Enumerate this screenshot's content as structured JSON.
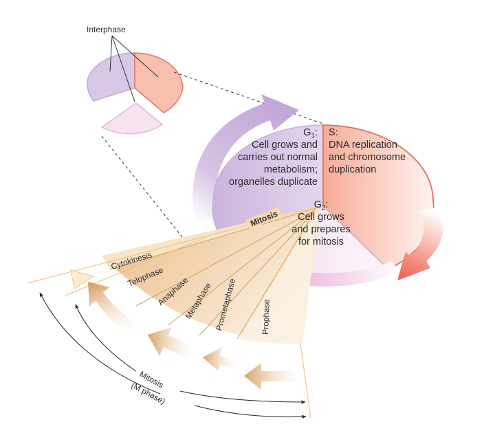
{
  "title": "Cell cycle: interphase and mitosis",
  "colors": {
    "g1": "#d6c4e2",
    "g1_edge": "#c2a9d4",
    "s": "#f6b6a4",
    "s_edge": "#e46f5e",
    "g2": "#f7e3f0",
    "g2_edge": "#d7b3d3",
    "mitosis": "#f1d5ad",
    "mitosis_edge": "#e9b876",
    "arrow_purple": "#c6add9",
    "arrow_red": "#ef6a5a",
    "arrow_pink": "#eaaed8",
    "arrow_tan": "#d9a568"
  },
  "interphase_label": "Interphase",
  "phases": {
    "g1": {
      "title": "G",
      "sub": "1",
      "suffix": ":",
      "lines": [
        "Cell grows and",
        "carries out normal",
        "metabolism;",
        "organelles duplicate"
      ]
    },
    "s": {
      "title": "S:",
      "lines": [
        "DNA replication",
        "and chromosome",
        "duplication"
      ]
    },
    "g2": {
      "title": "G",
      "sub": "2",
      "suffix": ":",
      "lines": [
        "Cell grows",
        "and prepares",
        "for mitosis"
      ]
    }
  },
  "mitosis_tag": "Mitosis",
  "mitosis_stages": [
    "Cytokinesis",
    "Telophase",
    "Anaphase",
    "Metaphase",
    "Prometaphase",
    "Prophase"
  ],
  "bracket_labels": {
    "mitosis": "Mitosis",
    "m_phase": "(M phase)"
  }
}
